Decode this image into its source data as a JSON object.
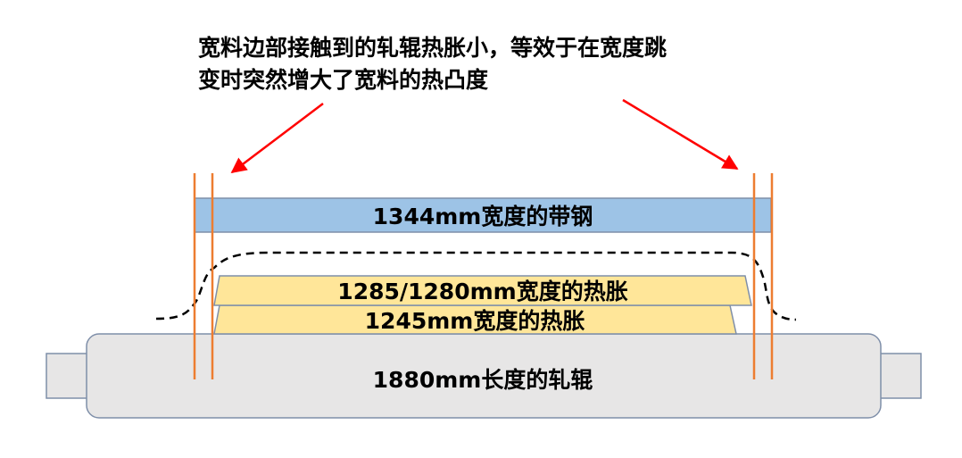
{
  "annotation": {
    "line1": "宽料边部接触到的轧辊热胀小，等效于在宽度跳",
    "line2": "变时突然增大了宽料的热凸度"
  },
  "strip": {
    "label": "1344mm宽度的带钢",
    "color": "#9dc3e6"
  },
  "expansion_upper": {
    "label": "1285/1280mm宽度的热胀",
    "color": "#ffe699"
  },
  "expansion_lower": {
    "label": "1245mm宽度的热胀",
    "color": "#ffe699"
  },
  "roll": {
    "label": "1880mm长度的轧辊",
    "color": "#e7e6e6"
  },
  "colors": {
    "arrow": "#ff0000",
    "edge_lines": "#ed7d31",
    "outline": "#7f8fa9",
    "dashed": "#000000"
  }
}
